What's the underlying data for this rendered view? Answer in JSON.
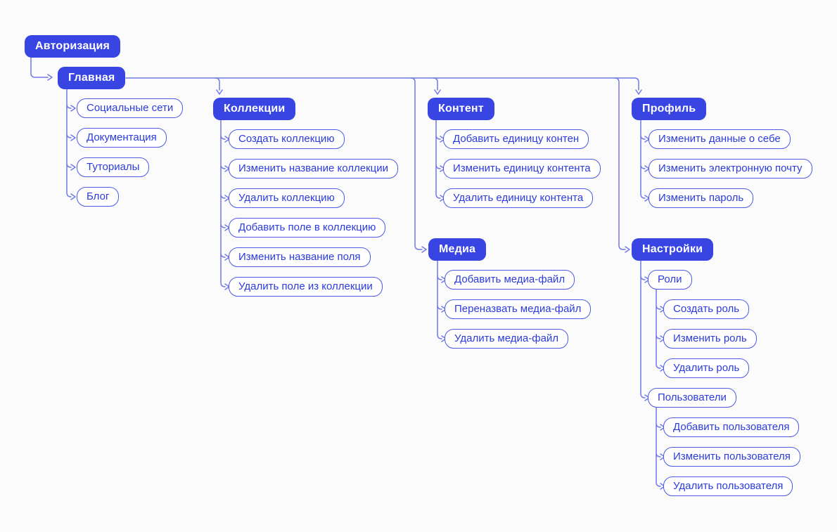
{
  "colors": {
    "primary_fill": "#3845E2",
    "primary_text": "#FFFFFF",
    "outline_border": "#4D5AE5",
    "outline_text": "#2B3BDB",
    "connector": "#7079E8",
    "background": "#FBFBFC"
  },
  "nodes": {
    "auth": {
      "label": "Авторизация"
    },
    "home": {
      "label": "Главная",
      "children": [
        {
          "label": "Социальные сети"
        },
        {
          "label": "Документация"
        },
        {
          "label": "Туториалы"
        },
        {
          "label": "Блог"
        }
      ]
    },
    "collections": {
      "label": "Коллекции",
      "children": [
        {
          "label": "Создать коллекцию"
        },
        {
          "label": "Изменить название коллекции"
        },
        {
          "label": "Удалить коллекцию"
        },
        {
          "label": "Добавить поле в коллекцию"
        },
        {
          "label": "Изменить название поля"
        },
        {
          "label": "Удалить поле из коллекции"
        }
      ]
    },
    "content": {
      "label": "Контент",
      "children": [
        {
          "label": "Добавить единицу контен"
        },
        {
          "label": "Изменить единицу контента"
        },
        {
          "label": "Удалить единицу контента"
        }
      ]
    },
    "media": {
      "label": "Медиа",
      "children": [
        {
          "label": "Добавить медиа-файл"
        },
        {
          "label": "Переназвать медиа-файл"
        },
        {
          "label": "Удалить медиа-файл"
        }
      ]
    },
    "profile": {
      "label": "Профиль",
      "children": [
        {
          "label": "Изменить данные о себе"
        },
        {
          "label": "Изменить электронную почту"
        },
        {
          "label": "Изменить пароль"
        }
      ]
    },
    "settings": {
      "label": "Настройки",
      "children": [
        {
          "label": "Роли",
          "children": [
            {
              "label": "Создать роль"
            },
            {
              "label": "Изменить роль"
            },
            {
              "label": "Удалить роль"
            }
          ]
        },
        {
          "label": "Пользователи",
          "children": [
            {
              "label": "Добавить пользователя"
            },
            {
              "label": "Изменить пользователя"
            },
            {
              "label": "Удалить пользователя"
            }
          ]
        }
      ]
    }
  }
}
